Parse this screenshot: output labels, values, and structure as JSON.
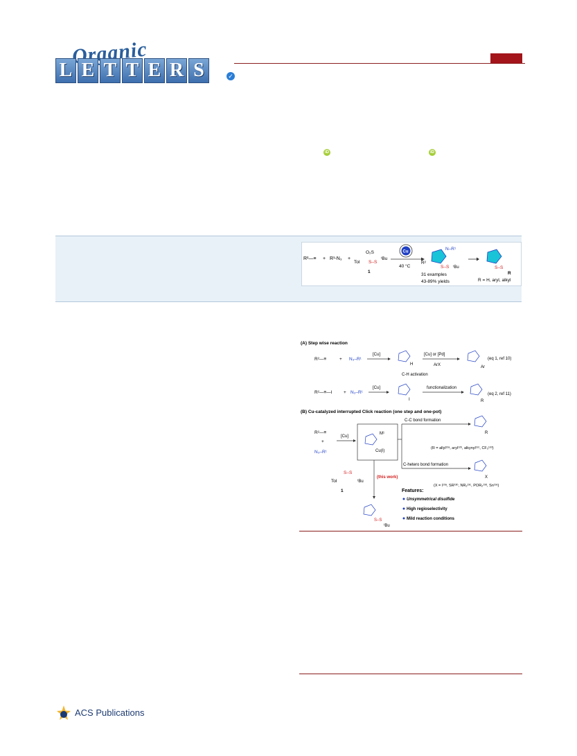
{
  "journal": {
    "logo_script": "Organic",
    "logo_letters": [
      "L",
      "E",
      "T",
      "T",
      "E",
      "R",
      "S"
    ],
    "publisher_text": "ACS Publications"
  },
  "toc": {
    "reagent1": "R²—≡",
    "plus": "+",
    "reagent2": "R¹-N₃",
    "plus2": "+",
    "sulfonyl_label": "Tol",
    "sulfonyl_o": "O₂S",
    "sulfonyl_s": "S–S",
    "tbu": "ᵗBu",
    "compound_number": "1",
    "catalyst": "Cu",
    "temperature": "40 °C",
    "product_r2": "R²",
    "product_r1": "N–R¹",
    "product_ss": "S–S",
    "product_tbu": "ᵗBu",
    "examples": "31 examples",
    "yields": "43-89% yields",
    "final_ss": "S–S",
    "final_r": "R",
    "final_r_def": "R = H, aryl, alkyl"
  },
  "scheme": {
    "sectionA": "(A) Step wise reaction",
    "a_reagent1": "R²—≡",
    "a_plus": "+",
    "a_reagent2": "N₃–R¹",
    "a_cat1": "[Cu]",
    "a_h": "H",
    "a_ch": "C-H activation",
    "a_cat2": "[Cu] or [Pd]",
    "a_arx": "ArX",
    "a_ar": "Ar",
    "a_eq1": "(eq 1, ref 10)",
    "a2_reagent1": "R²—≡—I",
    "a2_plus": "+",
    "a2_reagent2": "N₃–R¹",
    "a2_cat": "[Cu]",
    "a2_i": "I",
    "a2_func": "functionalization",
    "a2_r": "R",
    "a2_eq2": "(eq 2, ref 11)",
    "sectionB": "(B) Cu-catalyzed interrupted Click reaction (one step and one-pot)",
    "b_reagent1": "R²—≡",
    "b_plus": "+",
    "b_reagent2": "N₃–R¹",
    "b_cat": "[Cu]",
    "b_m": "M¹",
    "b_cu": "Cu(I)",
    "b_cc": "C-C bond formation",
    "b_cc_r": "R",
    "b_cc_def": "(R = allyl¹²ᵃ, aryl¹²ᵇ, alkynyl¹²ᶜ, CF₃¹²ᵈ)",
    "b_ch": "C-hetero bond formation",
    "b_ch_x": "X",
    "b_ch_def": "(X = I¹³ᵃ, SR¹³ᵇ, NR₂¹³ᶜ, POR₂¹³ᵈ, Sn¹³ᵉ)",
    "b_tol": "Tol",
    "b_ss": "S–S",
    "b_tbu": "ᵗBu",
    "b_one": "1",
    "b_this": "(this work)",
    "b_prod_ss": "S–S",
    "b_prod_tbu": "ᵗBu",
    "features_title": "Features:",
    "features": [
      "Unsymmetrical disulfide",
      "High regioselectivity",
      "Mild reaction conditions"
    ]
  },
  "colors": {
    "rule": "#8a1c1c",
    "red_tab": "#a3141b",
    "abstract_bg": "#e8f1f8",
    "azide_blue": "#1f3fc4",
    "triazole_cyan": "#19c4d8",
    "orcid_green": "#a6ce39"
  },
  "icons": [
    "checkmark-icon",
    "orcid-icon",
    "cu-catalyst-cycle-icon",
    "acs-star-icon"
  ]
}
